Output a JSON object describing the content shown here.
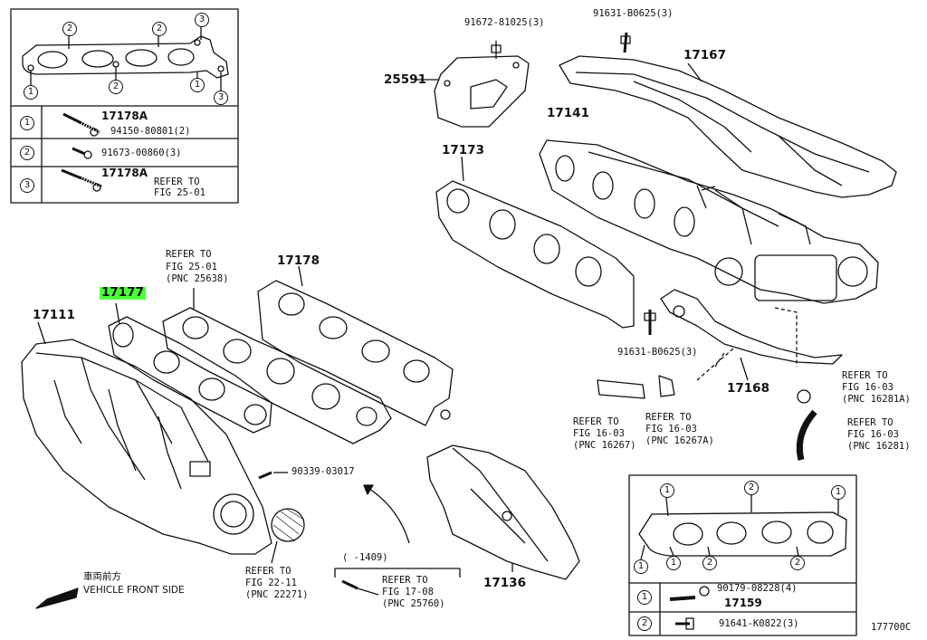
{
  "inset_top_left": {
    "rows": [
      {
        "num": "1",
        "part": "17178A",
        "sub": "94150-80801(2)"
      },
      {
        "num": "2",
        "sub": "91673-00860(3)"
      },
      {
        "num": "3",
        "part": "17178A",
        "sub": "REFER TO",
        "sub2": "FIG 25-01"
      }
    ],
    "callouts": [
      "2",
      "2",
      "3",
      "1",
      "2",
      "1",
      "3"
    ]
  },
  "inset_bottom_right": {
    "rows": [
      {
        "num": "1",
        "sub": "90179-08228(4)",
        "part": "17159"
      },
      {
        "num": "2",
        "sub": "91641-K0822(3)"
      }
    ],
    "callouts": [
      "1",
      "2",
      "1",
      "1",
      "1",
      "2",
      "2"
    ]
  },
  "labels": {
    "p91672": "91672-81025(3)",
    "p91631a": "91631-B0625(3)",
    "p25591": "25591",
    "p17167": "17167",
    "p17141": "17141",
    "p17173": "17173",
    "ref2501a": "REFER TO",
    "ref2501b": "FIG 25-01",
    "ref2501c": "(PNC 25638)",
    "p17178": "17178",
    "p17177": "17177",
    "p17111": "17111",
    "p91631b": "91631-B0625(3)",
    "p17168": "17168",
    "ref1603a1": "REFER TO",
    "ref1603a2": "FIG 16-03",
    "ref1603a3": "(PNC 16281A)",
    "ref1603b1": "REFER TO",
    "ref1603b2": "FIG 16-03",
    "ref1603b3": "(PNC 16267A)",
    "ref1603c1": "REFER TO",
    "ref1603c2": "FIG 16-03",
    "ref1603c3": "(PNC 16267)",
    "ref1603d1": "REFER TO",
    "ref1603d2": "FIG 16-03",
    "ref1603d3": "(PNC 16281)",
    "p90339": "90339-03017",
    "ref2211a": "REFER TO",
    "ref2211b": "FIG 22-11",
    "ref2211c": "(PNC 22271)",
    "p1409": "( -1409)",
    "ref1708a": "REFER TO",
    "ref1708b": "FIG 17-08",
    "ref1708c": "(PNC 25760)",
    "p17136": "17136",
    "front_jp": "車両前方",
    "front_en": "VEHICLE FRONT SIDE",
    "figcode": "177700C"
  }
}
